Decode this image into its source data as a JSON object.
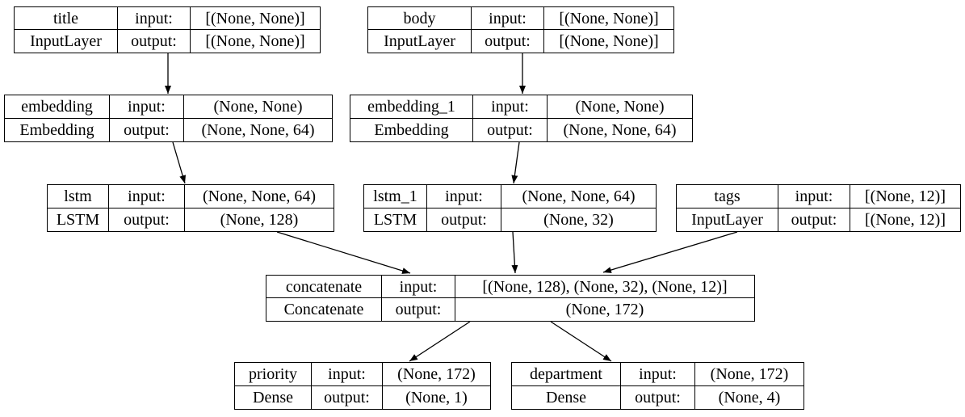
{
  "diagram": {
    "kind": "neural-network-layer-graph",
    "background_color": "#ffffff",
    "node_border_color": "#000000",
    "edge_color": "#000000",
    "text_color": "#000000"
  },
  "nodes": [
    {
      "id": "title",
      "name": "title",
      "layer_type": "InputLayer",
      "input_label": "input:",
      "output_label": "output:",
      "input_shape": "[(None, None)]",
      "output_shape": "[(None, None)]"
    },
    {
      "id": "body",
      "name": "body",
      "layer_type": "InputLayer",
      "input_label": "input:",
      "output_label": "output:",
      "input_shape": "[(None, None)]",
      "output_shape": "[(None, None)]"
    },
    {
      "id": "embedding",
      "name": "embedding",
      "layer_type": "Embedding",
      "input_label": "input:",
      "output_label": "output:",
      "input_shape": "(None, None)",
      "output_shape": "(None, None, 64)"
    },
    {
      "id": "embedding_1",
      "name": "embedding_1",
      "layer_type": "Embedding",
      "input_label": "input:",
      "output_label": "output:",
      "input_shape": "(None, None)",
      "output_shape": "(None, None, 64)"
    },
    {
      "id": "lstm",
      "name": "lstm",
      "layer_type": "LSTM",
      "input_label": "input:",
      "output_label": "output:",
      "input_shape": "(None, None, 64)",
      "output_shape": "(None, 128)"
    },
    {
      "id": "lstm_1",
      "name": "lstm_1",
      "layer_type": "LSTM",
      "input_label": "input:",
      "output_label": "output:",
      "input_shape": "(None, None, 64)",
      "output_shape": "(None, 32)"
    },
    {
      "id": "tags",
      "name": "tags",
      "layer_type": "InputLayer",
      "input_label": "input:",
      "output_label": "output:",
      "input_shape": "[(None, 12)]",
      "output_shape": "[(None, 12)]"
    },
    {
      "id": "concatenate",
      "name": "concatenate",
      "layer_type": "Concatenate",
      "input_label": "input:",
      "output_label": "output:",
      "input_shape": "[(None, 128), (None, 32), (None, 12)]",
      "output_shape": "(None, 172)"
    },
    {
      "id": "priority",
      "name": "priority",
      "layer_type": "Dense",
      "input_label": "input:",
      "output_label": "output:",
      "input_shape": "(None, 172)",
      "output_shape": "(None, 1)"
    },
    {
      "id": "department",
      "name": "department",
      "layer_type": "Dense",
      "input_label": "input:",
      "output_label": "output:",
      "input_shape": "(None, 172)",
      "output_shape": "(None, 4)"
    }
  ],
  "edges": [
    {
      "from": "title",
      "to": "embedding"
    },
    {
      "from": "body",
      "to": "embedding_1"
    },
    {
      "from": "embedding",
      "to": "lstm"
    },
    {
      "from": "embedding_1",
      "to": "lstm_1"
    },
    {
      "from": "lstm",
      "to": "concatenate"
    },
    {
      "from": "lstm_1",
      "to": "concatenate"
    },
    {
      "from": "tags",
      "to": "concatenate"
    },
    {
      "from": "concatenate",
      "to": "priority"
    },
    {
      "from": "concatenate",
      "to": "department"
    }
  ]
}
